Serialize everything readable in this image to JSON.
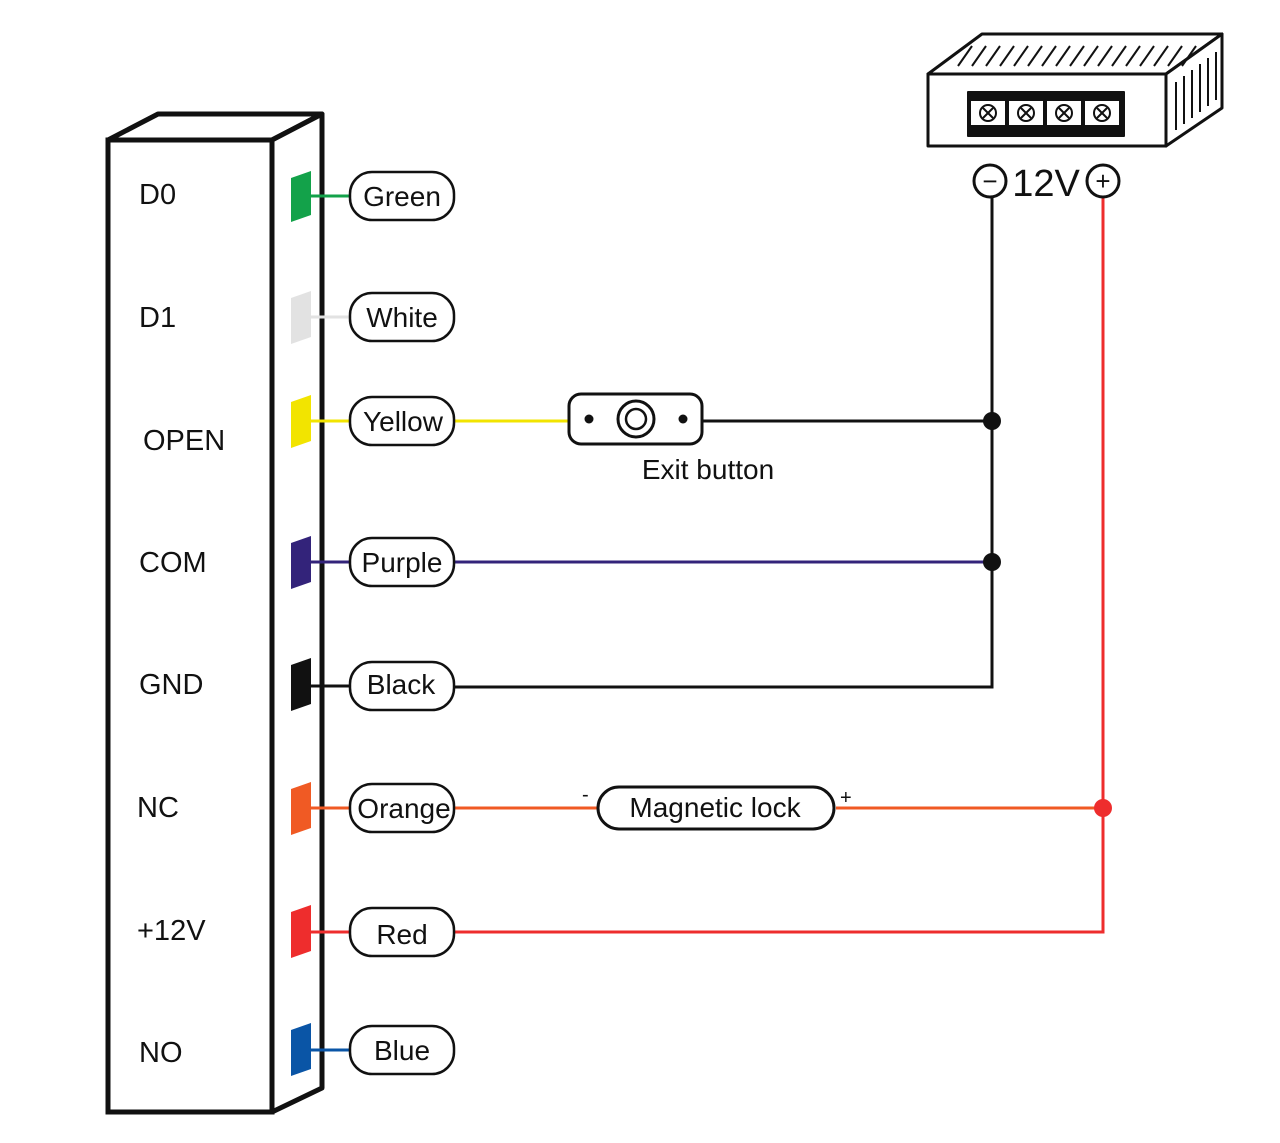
{
  "controller": {
    "pins": [
      "D0",
      "D1",
      "OPEN",
      "COM",
      "GND",
      "NC",
      "+12V",
      "NO"
    ]
  },
  "wires": [
    {
      "label": "Green",
      "color": "#13a24a"
    },
    {
      "label": "White",
      "color": "#e2e2e2"
    },
    {
      "label": "Yellow",
      "color": "#f2e400"
    },
    {
      "label": "Purple",
      "color": "#33237a"
    },
    {
      "label": "Black",
      "color": "#111111"
    },
    {
      "label": "Orange",
      "color": "#f05a24"
    },
    {
      "label": "Red",
      "color": "#ee2d2d"
    },
    {
      "label": "Blue",
      "color": "#0a55a6"
    }
  ],
  "exit_button": {
    "label": "Exit button"
  },
  "magnetic_lock": {
    "label": "Magnetic lock",
    "minus": "-",
    "plus": "+"
  },
  "power_supply": {
    "voltage": "12V",
    "minus": "−",
    "plus": "+"
  }
}
